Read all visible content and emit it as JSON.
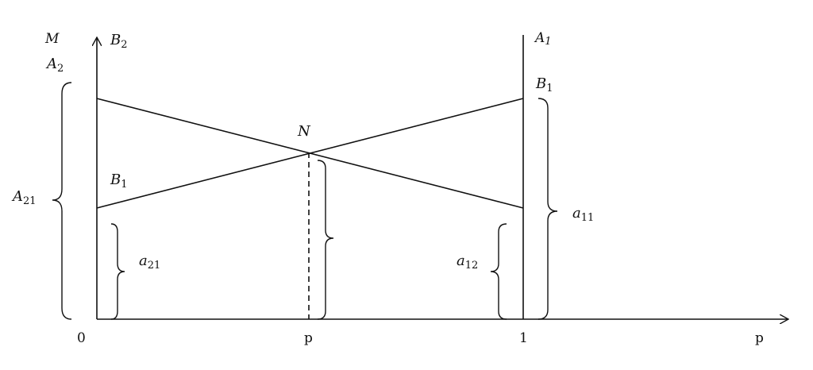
{
  "axis": {
    "y_top_label": "M",
    "y_axis_name": {
      "main": "B",
      "sub": "2"
    },
    "left_top_label": {
      "main": "A",
      "sub": "2"
    },
    "right_top_label": {
      "main": "A",
      "sub": "1"
    },
    "origin": "0",
    "x_p_mid": "p",
    "x_one": "1",
    "x_p_end": "p"
  },
  "points": {
    "B1_left": {
      "main": "B",
      "sub": "1"
    },
    "B1_right": {
      "main": "B",
      "sub": "1"
    },
    "N": "N"
  },
  "braces": {
    "A21": {
      "main": "A",
      "sub": "21"
    },
    "a21": {
      "main": "a",
      "sub": "21"
    },
    "a12": {
      "main": "a",
      "sub": "12"
    },
    "a11": {
      "main": "a",
      "sub": "11"
    }
  }
}
